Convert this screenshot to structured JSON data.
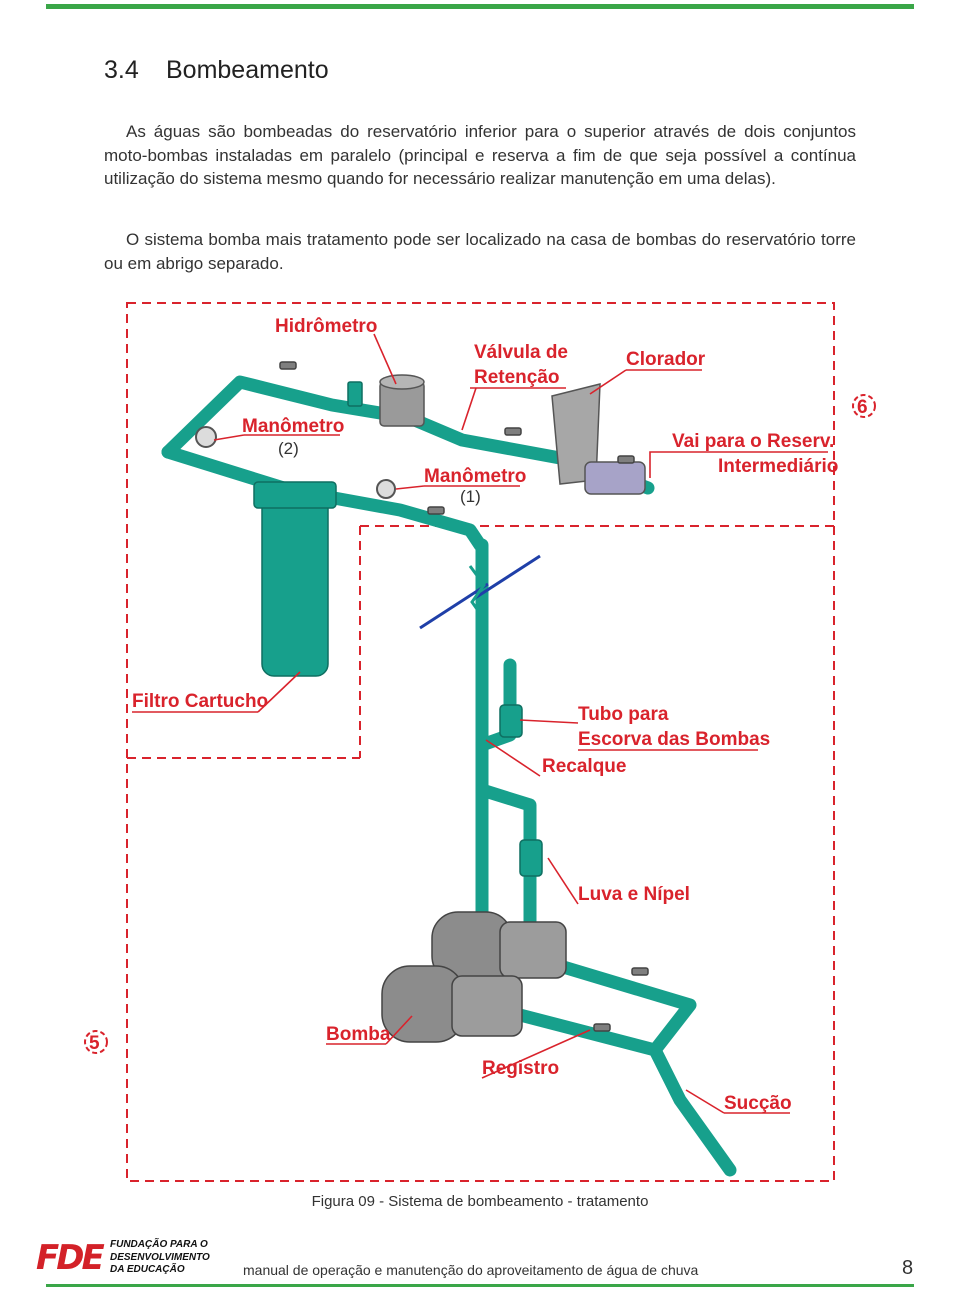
{
  "section": {
    "number": "3.4",
    "title": "Bombeamento"
  },
  "paragraphs": [
    "As águas são bombeadas do reservatório inferior para o superior através de dois conjuntos moto-bombas instaladas em paralelo (principal e reserva a fim de que seja possível a contínua utilização do sistema mesmo quando for necessário realizar manutenção em uma delas).",
    "O sistema bomba mais tratamento pode ser localizado na casa de bombas do reservatório torre ou em abrigo separado."
  ],
  "figure": {
    "labels": {
      "hidrometro": "Hidrômetro",
      "valvula_1": "Válvula de",
      "valvula_2": "Retenção",
      "clorador": "Clorador",
      "manometro2": "Manômetro",
      "manometro2_num": "(2)",
      "manometro1": "Manômetro",
      "manometro1_num": "(1)",
      "vai_para_1": "Vai para o Reserv.",
      "vai_para_2": "Intermediário",
      "filtro": "Filtro Cartucho",
      "tubo_1": "Tubo para",
      "tubo_2": "Escorva das Bombas",
      "recalque": "Recalque",
      "luva": "Luva e Nípel",
      "bomba": "Bomba",
      "registro": "Registro",
      "succao": "Sucção",
      "marker_6": "6",
      "marker_5": "5"
    },
    "caption": "Figura 09 - Sistema de bombeamento - tratamento"
  },
  "footer": {
    "logo_letters": "FDE",
    "logo_line1": "FUNDAÇÃO PARA O",
    "logo_line2": "DESENVOLVIMENTO",
    "logo_line3": "DA EDUCAÇÃO",
    "text": "manual de operação e manutenção do aproveitamento de água de chuva",
    "page": "8"
  },
  "colors": {
    "accent_green": "#3aa648",
    "pipe": "#17a08c",
    "label_red": "#d9232c",
    "break_blue": "#1f3fa8"
  }
}
